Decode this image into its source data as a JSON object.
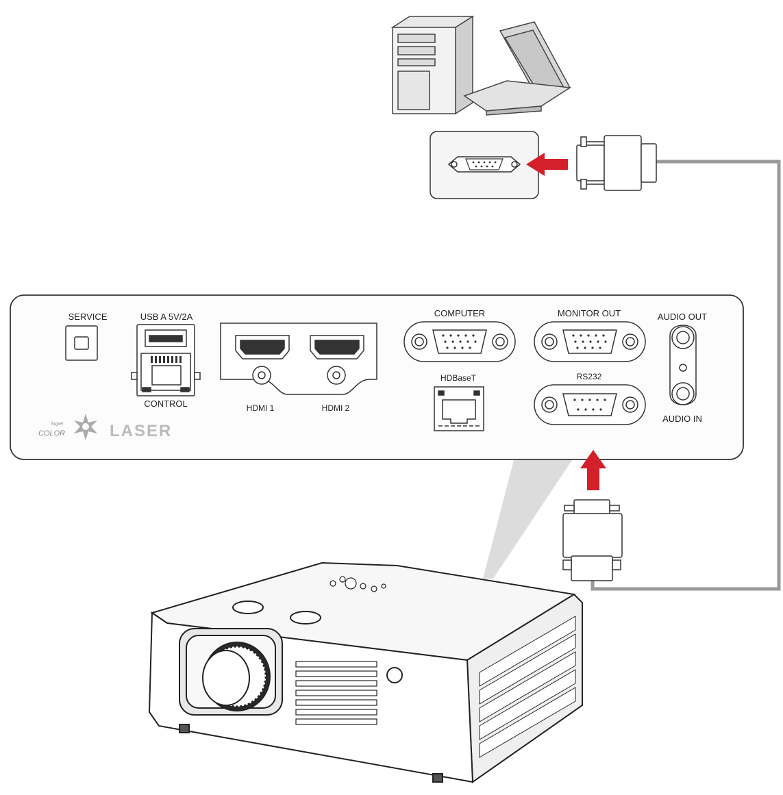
{
  "panel": {
    "labels": {
      "service": "SERVICE",
      "usb": "USB A  5V/2A",
      "control": "CONTROL",
      "hdmi1": "HDMI 1",
      "hdmi2": "HDMI 2",
      "computer": "COMPUTER",
      "hdbaset": "HDBaseT",
      "monitor_out": "MONITOR OUT",
      "rs232": "RS232",
      "audio_out": "AUDIO OUT",
      "audio_in": "AUDIO IN"
    },
    "logo": {
      "super": "Super",
      "color": "COLOR",
      "laser": "LASER"
    }
  },
  "colors": {
    "arrow": "#d4202a",
    "cable": "#9a9a9a",
    "outline": "#333333",
    "beam": "#dcdcdc"
  },
  "icons": [
    "desktop-pc-icon",
    "laptop-icon",
    "db9-port-icon",
    "rs232-cable-connector-icon",
    "projector-icon"
  ]
}
